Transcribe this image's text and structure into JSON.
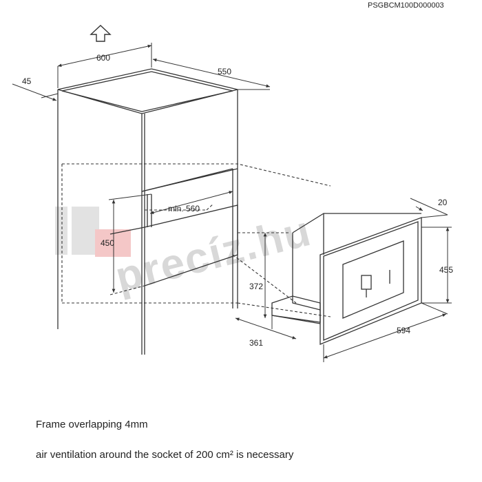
{
  "reference_code": "PSGBCM100D000003",
  "dimensions": {
    "width_600": "600",
    "depth_550": "550",
    "offset_45": "45",
    "min_560": "min. 560",
    "height_450": "450",
    "frame_20": "20",
    "height_455": "455",
    "height_372": "372",
    "depth_361": "361",
    "width_594": "594"
  },
  "watermark": "precíz.hu",
  "notes": {
    "line1": "Frame overlapping 4mm",
    "line2": "air ventilation around the socket of  200 cm² is necessary"
  },
  "colors": {
    "line": "#333333",
    "highlight": "#f4c7c7"
  },
  "icons": [
    "up-arrow-icon"
  ]
}
